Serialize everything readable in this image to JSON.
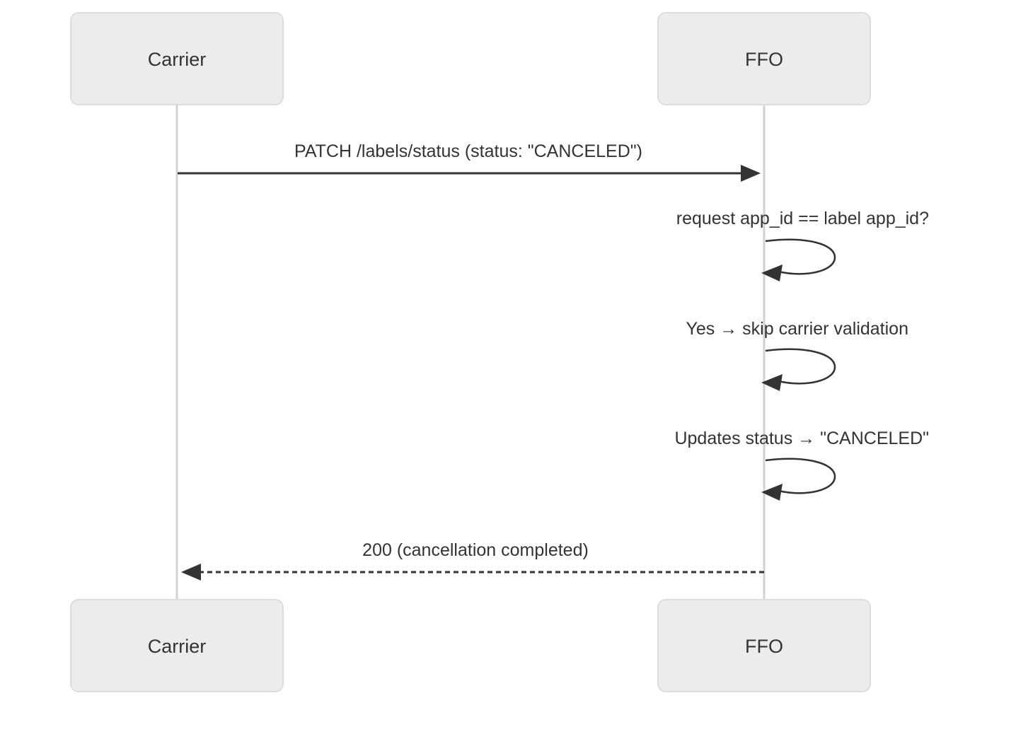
{
  "diagram": {
    "type": "sequence-diagram",
    "background_color": "#ffffff",
    "text_color": "#333333",
    "actor_fill": "#ECECEC",
    "actor_border": "#DDDDDD",
    "lifeline_color": "#D3D3D3",
    "line_color": "#333333"
  },
  "actors": [
    {
      "id": "carrier",
      "name": "Carrier",
      "top_label": "Carrier",
      "bottom_label": "Carrier"
    },
    {
      "id": "ffo",
      "name": "FFO",
      "top_label": "FFO",
      "bottom_label": "FFO"
    }
  ],
  "messages": [
    {
      "index": 1,
      "from": "Carrier",
      "to": "FFO",
      "label": "PATCH /labels/status (status: \"CANCELED\")",
      "style": "solid",
      "arrow": "filled",
      "direction": "right",
      "kind": "call"
    },
    {
      "index": 2,
      "from": "FFO",
      "to": "FFO",
      "label": "request app_id == label app_id?",
      "style": "solid",
      "arrow": "filled",
      "direction": "self-loop",
      "kind": "self"
    },
    {
      "index": 3,
      "from": "FFO",
      "to": "FFO",
      "label": "Yes → skip carrier validation",
      "style": "solid",
      "arrow": "filled",
      "direction": "self-loop",
      "kind": "self"
    },
    {
      "index": 4,
      "from": "FFO",
      "to": "FFO",
      "label": "Updates status → \"CANCELED\"",
      "style": "solid",
      "arrow": "filled",
      "direction": "self-loop",
      "kind": "self"
    },
    {
      "index": 5,
      "from": "FFO",
      "to": "Carrier",
      "label": "200 (cancellation completed)",
      "style": "dashed",
      "arrow": "filled",
      "direction": "left",
      "kind": "return"
    }
  ]
}
